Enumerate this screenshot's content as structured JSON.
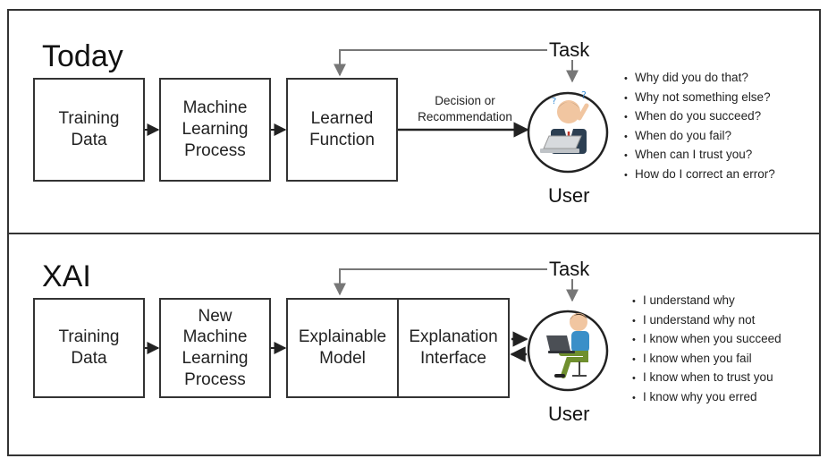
{
  "today": {
    "title": "Today",
    "boxes": [
      {
        "label": "Training\nData"
      },
      {
        "label": "Machine\nLearning\nProcess"
      },
      {
        "label": "Learned\nFunction"
      }
    ],
    "decision_label": "Decision or\nRecommendation",
    "task_label": "Task",
    "user_label": "User",
    "questions": [
      "Why did you do that?",
      "Why not something else?",
      "When do you succeed?",
      "When do you fail?",
      "When can I trust you?",
      "How do I correct an error?"
    ]
  },
  "xai": {
    "title": "XAI",
    "boxes": [
      {
        "label": "Training\nData"
      },
      {
        "label": "New\nMachine\nLearning\nProcess"
      },
      {
        "label": "Explainable\nModel"
      },
      {
        "label": "Explanation\nInterface"
      }
    ],
    "task_label": "Task",
    "user_label": "User",
    "statements": [
      "I understand why",
      "I understand why not",
      "I know when you succeed",
      "I know when you fail",
      "I know when to trust you",
      "I know why you erred"
    ]
  },
  "icons": {
    "today_user": "frustrated-user-icon",
    "xai_user": "satisfied-user-icon"
  }
}
